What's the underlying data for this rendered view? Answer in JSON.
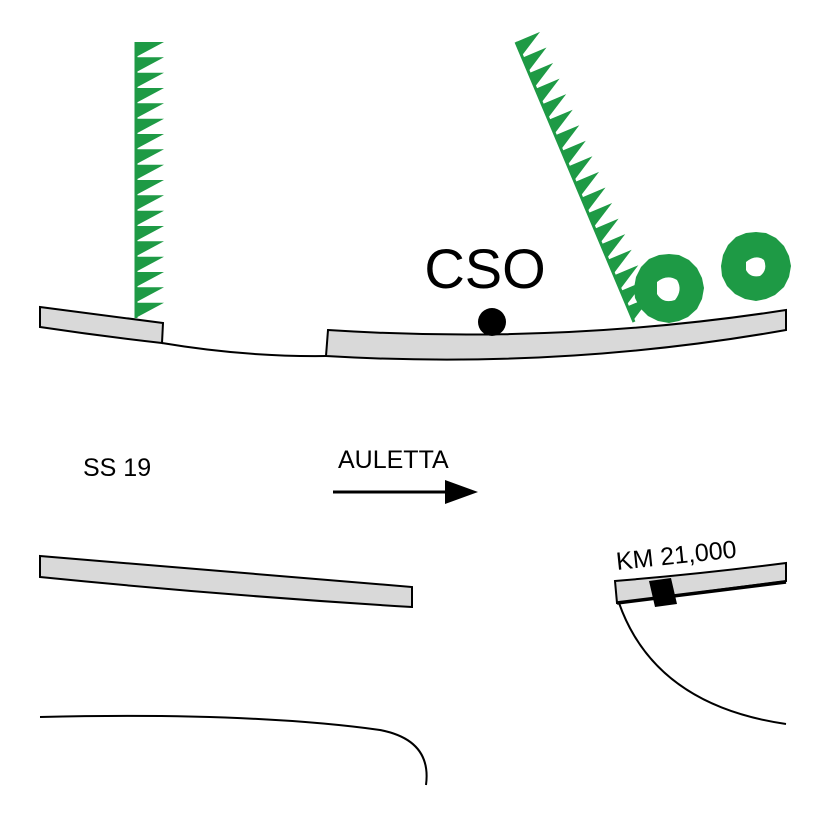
{
  "labels": {
    "station": "CSO",
    "road": "SS 19",
    "direction": "AULETTA",
    "kilometre": "KM 21,000"
  },
  "colors": {
    "sidewalk_fill": "#d9d9d9",
    "line": "#000000",
    "embankment": "#1e9a45",
    "vegetation": "#1e9a45",
    "station_marker": "#000000"
  },
  "symbols": {
    "embankment": "triangle-hatched-line",
    "vegetation": "bush-icon",
    "station": "point-marker",
    "direction": "arrow-right-icon",
    "kilometre": "milestone-marker"
  }
}
